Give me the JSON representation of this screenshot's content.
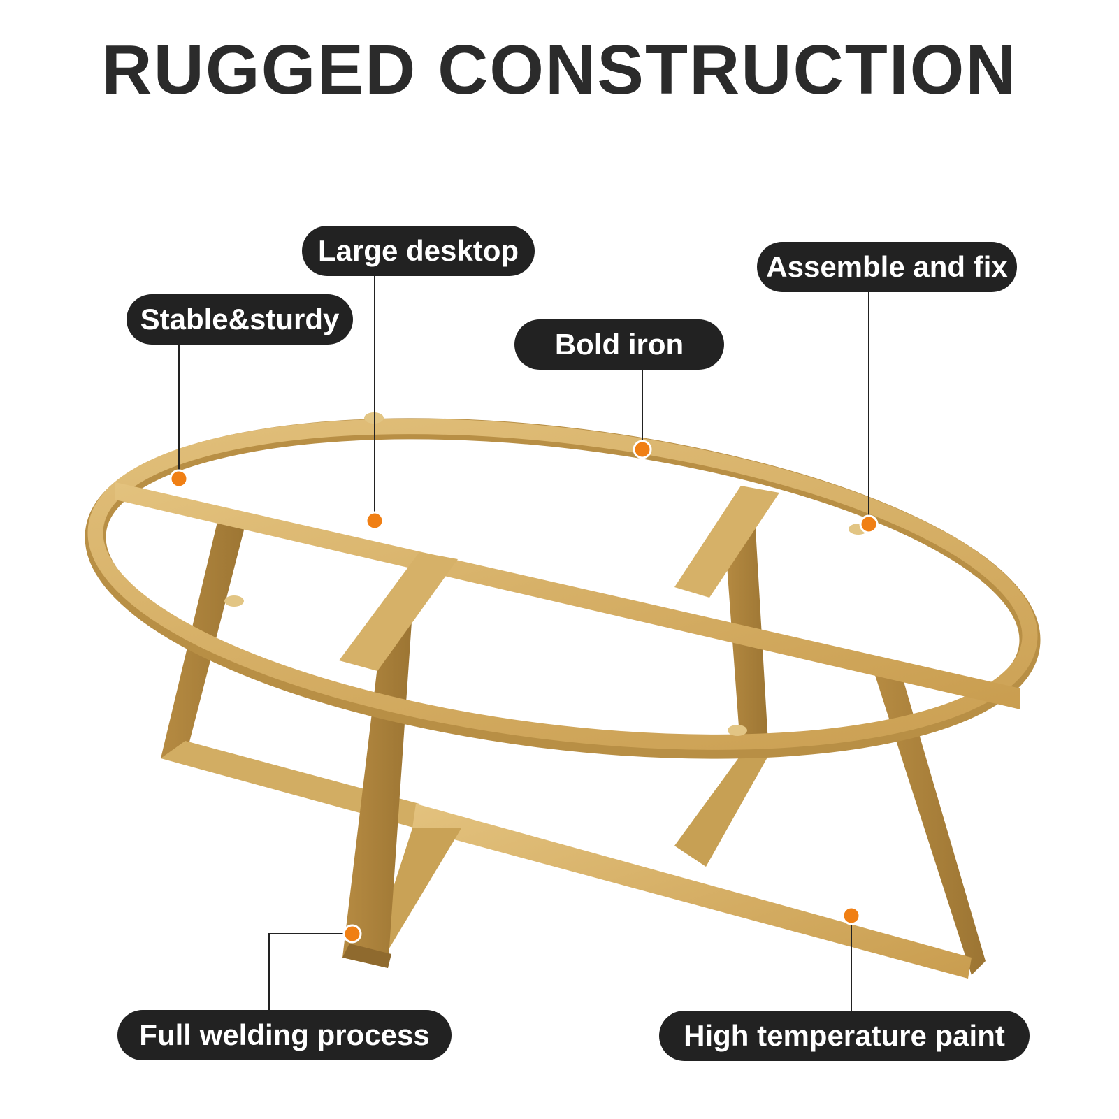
{
  "headline": "RUGGED CONSTRUCTION",
  "callouts": {
    "large_desktop": "Large desktop",
    "stable_sturdy": "Stable&sturdy",
    "bold_iron": "Bold iron",
    "assemble_fix": "Assemble and fix",
    "full_welding": "Full welding process",
    "high_temp_paint": "High temperature paint"
  },
  "colors": {
    "frame_gold": "#d9b56b",
    "frame_shadow": "#a9803a",
    "marker_orange": "#f07f14",
    "pill_background": "#222222",
    "headline_text": "#2b2b2b"
  }
}
